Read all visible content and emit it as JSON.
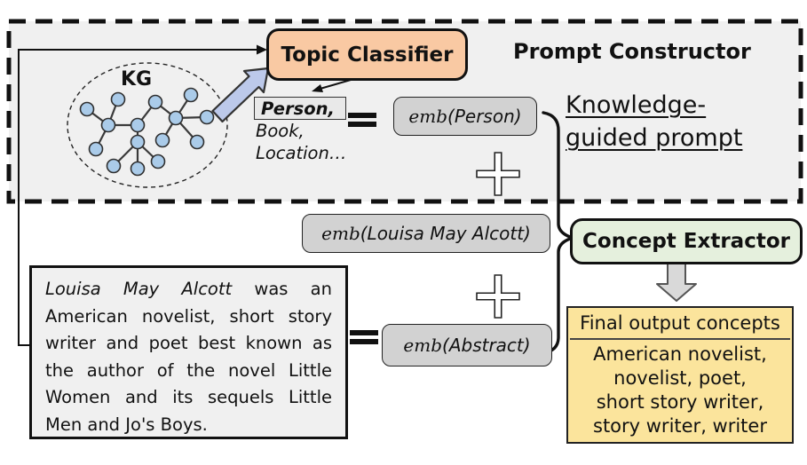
{
  "colors": {
    "panel_bg": "#f0f0f0",
    "topic_classifier_bg": "#f9c9a3",
    "concept_extractor_bg": "#e5f0dd",
    "final_output_bg": "#fbe49c",
    "emb_box_bg": "#d2d2d2",
    "topic_box_bg": "#e9e9e9",
    "kg_node_blue": "#aacbe9",
    "kg_arrow_blue": "#bcc9ea",
    "down_arrow_gray": "#d9d9d9"
  },
  "prompt_constructor": {
    "title": "Prompt Constructor",
    "kg_label": "KG",
    "topic_classifier_label": "Topic Classifier",
    "topics": {
      "highlighted": "Person,",
      "line2": "Book,",
      "line3": "Location…"
    },
    "knowledge_prompt": {
      "line1": "Knowledge-",
      "line2": "guided prompt"
    }
  },
  "embeddings": {
    "person": {
      "fn": "emb",
      "arg": "(Person)"
    },
    "entity": {
      "fn": "emb",
      "arg": "(Louisa May Alcott)"
    },
    "abstract": {
      "fn": "emb",
      "arg": "(Abstract)"
    }
  },
  "operators": {
    "equals": "=",
    "plus": "+"
  },
  "abstract_box": {
    "entity_name": "Louisa May Alcott",
    "line1_rest": "was an",
    "lines": [
      "American novelist, short story",
      "writer and poet best known as",
      "the author of the novel Little",
      "Women and its sequels Little",
      "Men and Jo's Boys."
    ]
  },
  "concept_extractor": {
    "label": "Concept Extractor"
  },
  "final_output": {
    "title": "Final output concepts",
    "concepts": [
      "American novelist,",
      "novelist, poet,",
      "short story writer,",
      "story writer, writer"
    ]
  }
}
